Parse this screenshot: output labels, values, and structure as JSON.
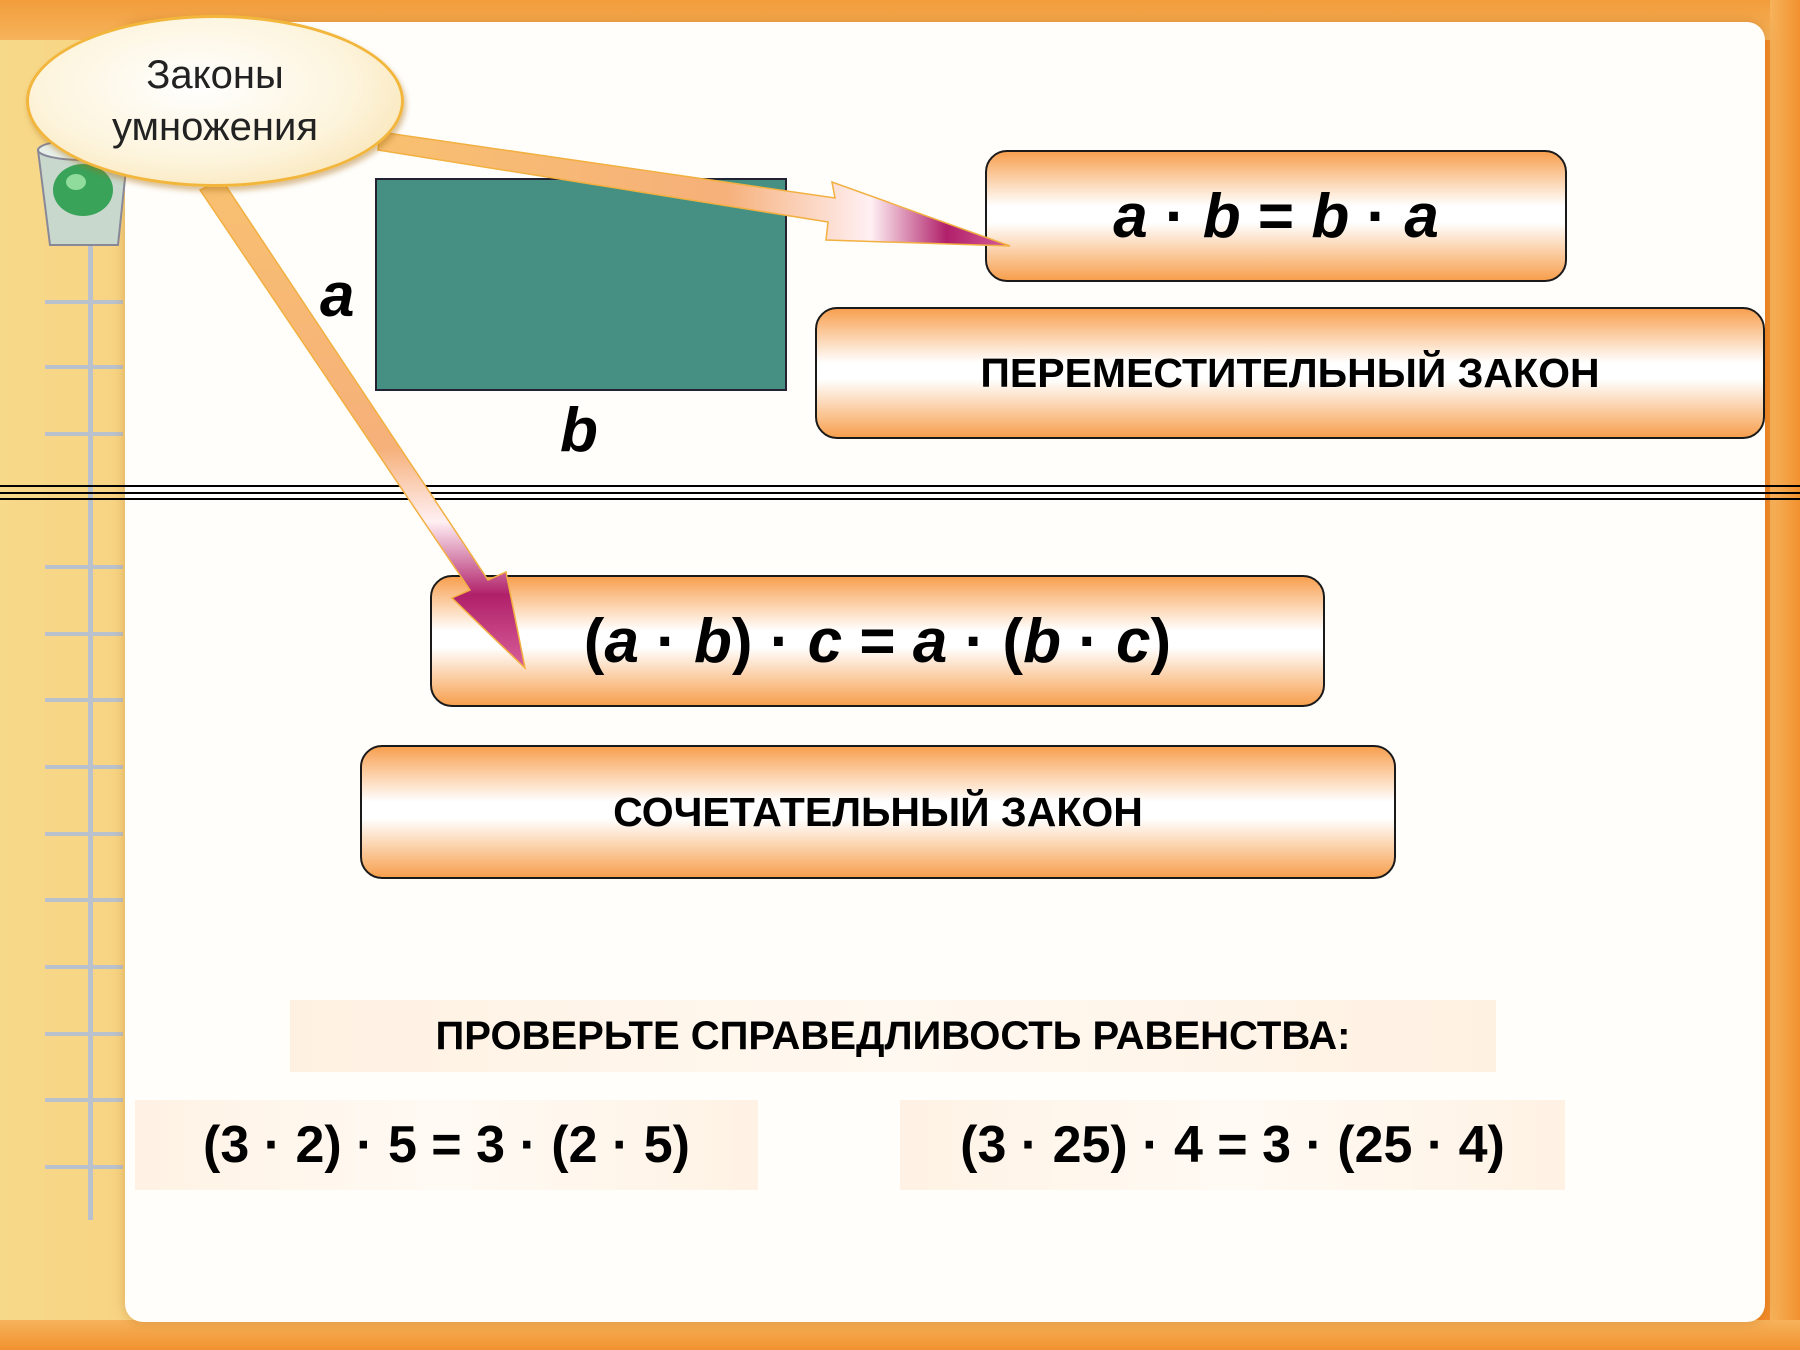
{
  "bubble": {
    "line1": "Законы",
    "line2": "умножения"
  },
  "diagram": {
    "side_a": "a",
    "side_b": "b"
  },
  "commutative": {
    "formula": {
      "a1": "a",
      "op1": " · ",
      "b1": "b",
      "eq": " = ",
      "b2": "b",
      "op2": " · ",
      "a2": "a"
    },
    "name": "ПЕРЕМЕСТИТЕЛЬНЫЙ ЗАКОН"
  },
  "associative": {
    "formula": {
      "p1": "(",
      "a": "a",
      "op1": " · ",
      "b": "b",
      "p2": ") · ",
      "c": "c",
      "eq": " = ",
      "a2": "a",
      "op3": " · (",
      "b2": "b",
      "op4": " · ",
      "c2": "c",
      "p3": ")"
    },
    "name": "СОЧЕТАТЕЛЬНЫЙ ЗАКОН"
  },
  "task": {
    "title": "ПРОВЕРЬТЕ СПРАВЕДЛИВОСТЬ РАВЕНСТВА:",
    "equation1": "(3 · 2) · 5 = 3 · (2 · 5)",
    "equation2": "(3 · 25) · 4 = 3 · (25 · 4)"
  },
  "colors": {
    "rectangle": "#468f83",
    "arrow_start": "#f8c070",
    "arrow_end": "#b0206a",
    "pill_orange": "#f8a050"
  }
}
